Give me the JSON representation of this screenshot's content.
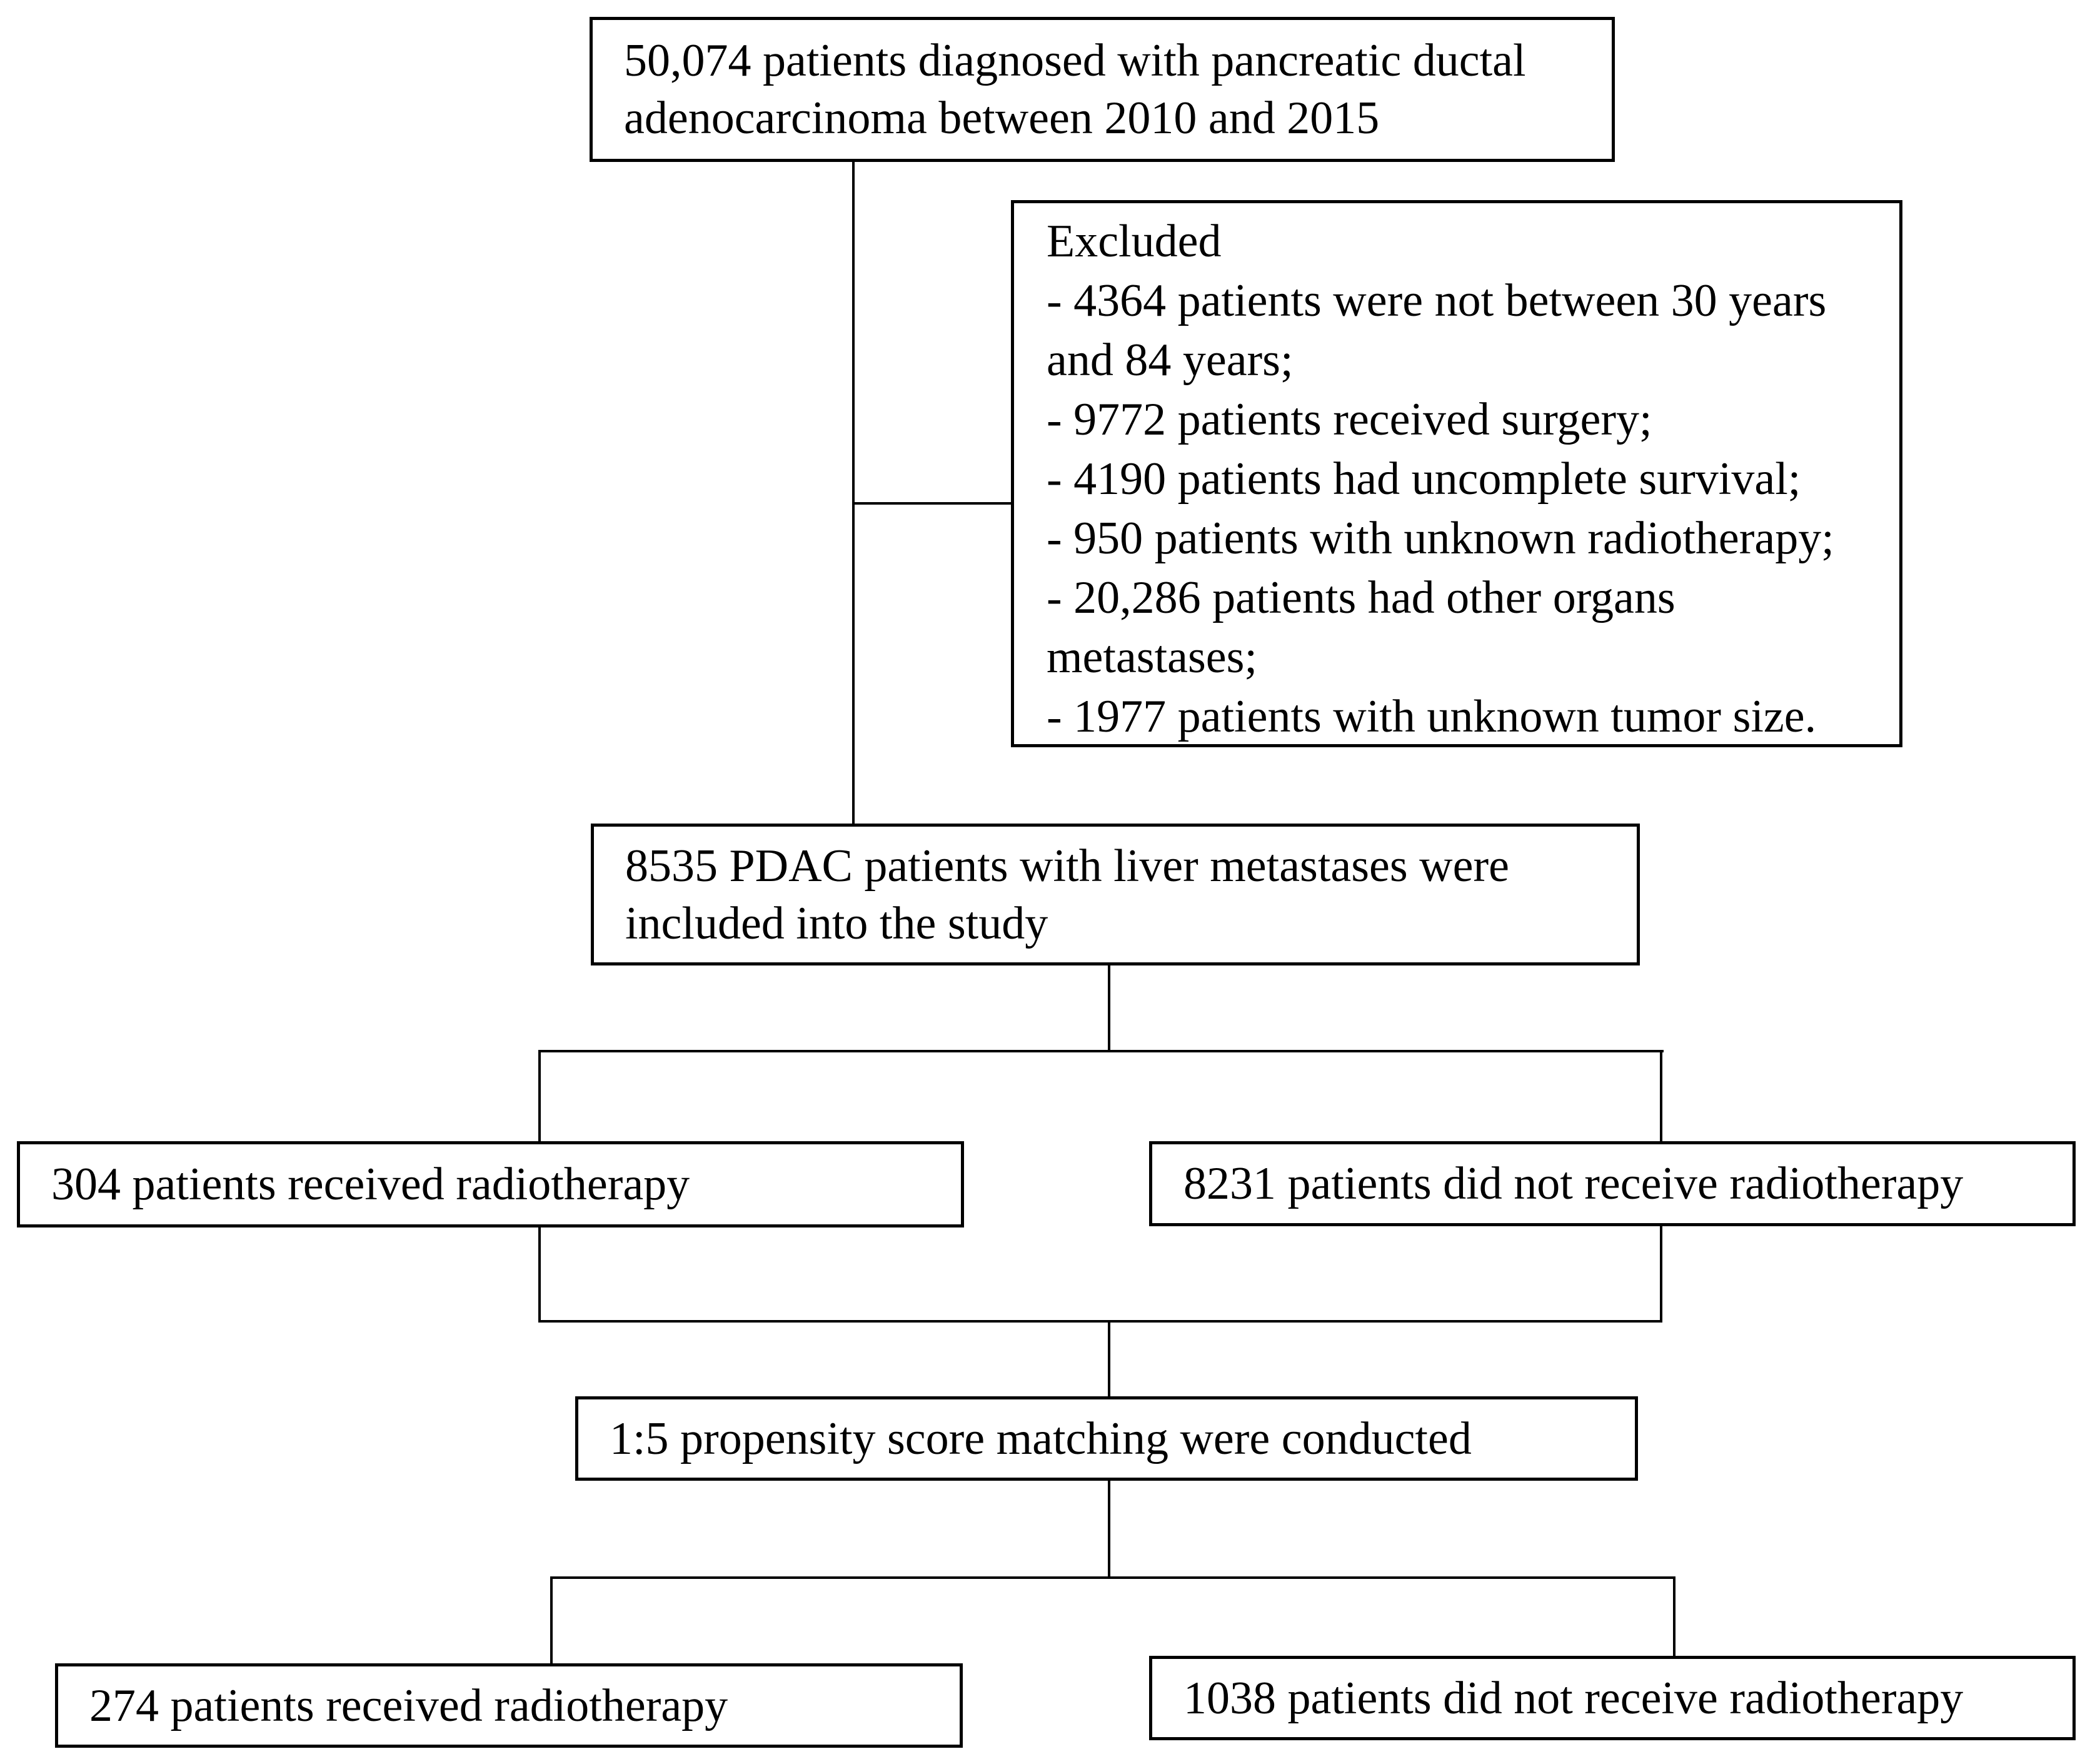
{
  "figure": {
    "type": "patient-flow-diagram",
    "colors": {
      "background": "#ffffff",
      "border": "#000000",
      "text": "#000000"
    },
    "boxes": {
      "initial": "50,074 patients diagnosed with pancreatic ductal adenocarcinoma between 2010 and 2015",
      "excluded": {
        "heading": "Excluded",
        "items": [
          "- 4364 patients were not between 30 years and 84 years;",
          "- 9772 patients received surgery;",
          "- 4190 patients had uncomplete survival;",
          "- 950 patients with unknown radiotherapy;",
          "- 20,286 patients had other organs metastases;",
          "- 1977 patients with unknown tumor size."
        ]
      },
      "included": "8535 PDAC patients with liver metastases were included into the study",
      "radiotherapy": "304 patients received radiotherapy",
      "no_radiotherapy": "8231 patients did not receive radiotherapy",
      "matching": "1:5 propensity score matching were conducted",
      "matched_radiotherapy": "274 patients received radiotherapy",
      "matched_no_radiotherapy": "1038 patients did not receive radiotherapy"
    }
  }
}
